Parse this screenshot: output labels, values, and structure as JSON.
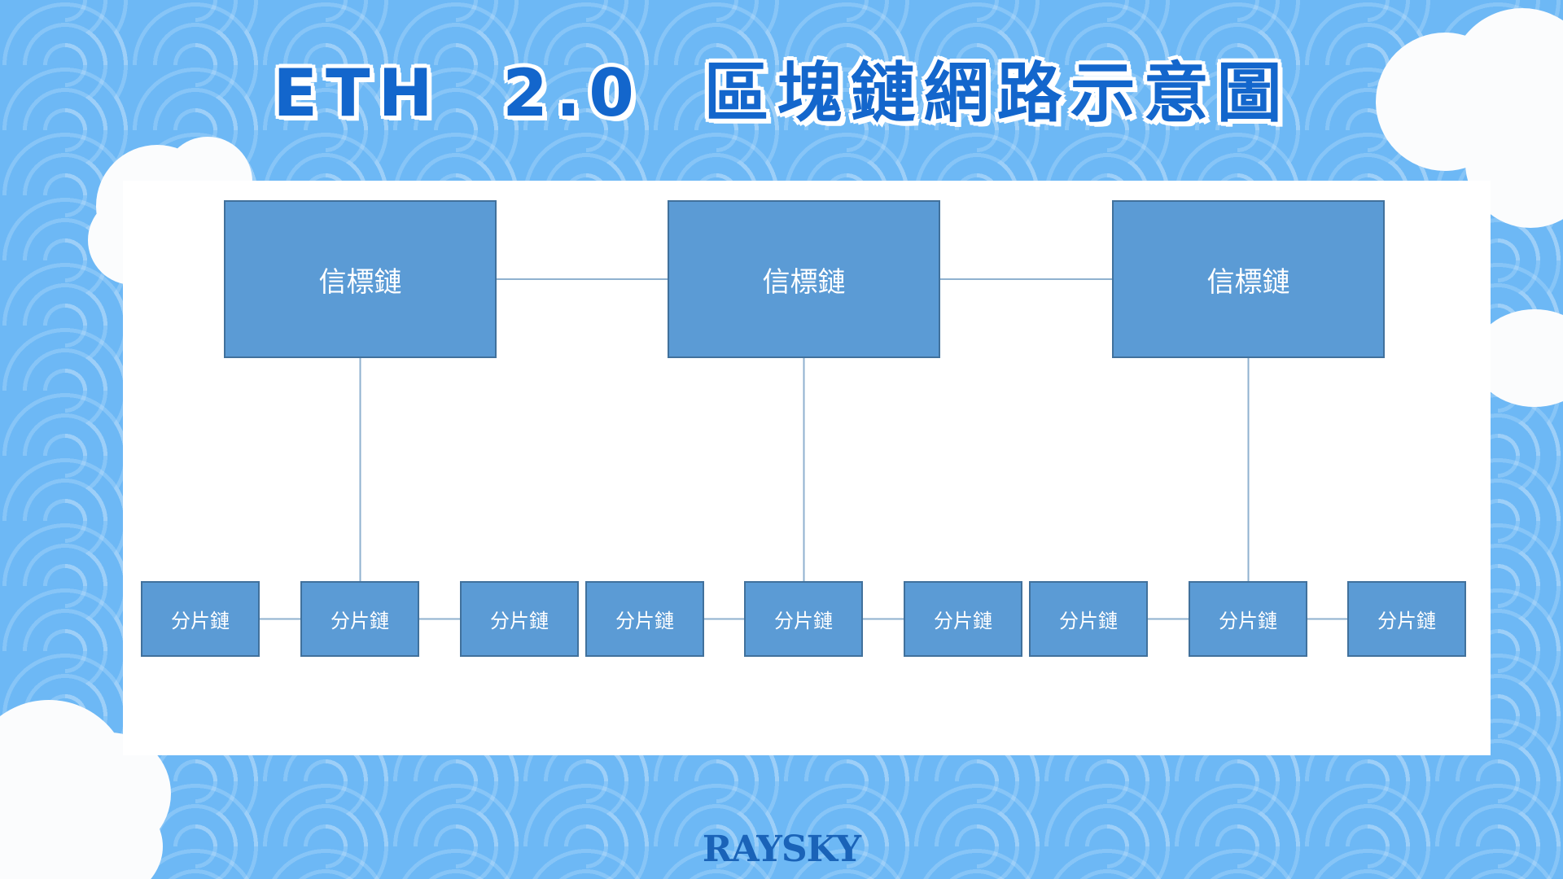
{
  "title": "ETH  2.0  區塊鏈網路示意圖",
  "beacon_chains": [
    {
      "label": "信標鏈"
    },
    {
      "label": "信標鏈"
    },
    {
      "label": "信標鏈"
    }
  ],
  "shard_chains": [
    {
      "label": "分片鏈"
    },
    {
      "label": "分片鏈"
    },
    {
      "label": "分片鏈"
    },
    {
      "label": "分片鏈"
    },
    {
      "label": "分片鏈"
    },
    {
      "label": "分片鏈"
    },
    {
      "label": "分片鏈"
    },
    {
      "label": "分片鏈"
    },
    {
      "label": "分片鏈"
    }
  ],
  "logo": "RAYSKY",
  "colors": {
    "background": "#6db8f5",
    "node_fill": "#5b9bd5",
    "node_border": "#41719c",
    "connector": "#8fb1cf",
    "title": "#1366cc"
  }
}
